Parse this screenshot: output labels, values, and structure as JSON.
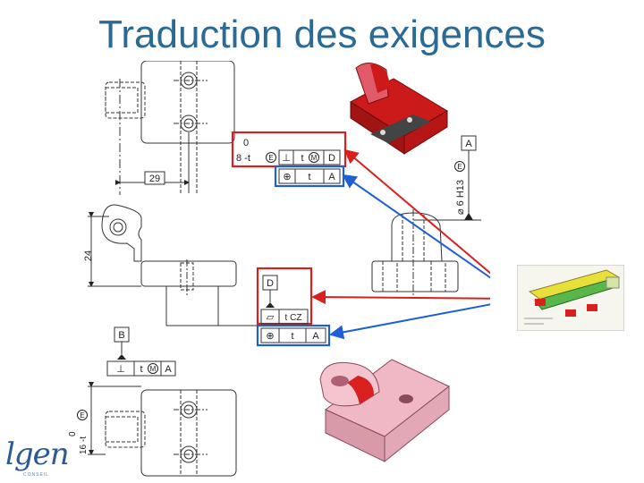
{
  "slide": {
    "title": "Traduction des exigences",
    "logo_text": "lgen",
    "logo_subtext": "CONSEIL"
  },
  "colors": {
    "title": "#2c6a96",
    "highlight_red": "#d9201f",
    "highlight_blue": "#1f5fd6",
    "part_red": "#cc1a1a",
    "part_pink": "#f0b8c4"
  },
  "icons": {
    "perpendicularity": "perpendicularity-icon",
    "position": "position-icon",
    "flatness": "flatness-icon",
    "max_material": "max-material-circle-icon",
    "envelope": "envelope-circle-icon"
  },
  "drawing": {
    "top_view": {
      "dimension": "29",
      "frame_upper": {
        "tol_upper": "0",
        "tol_lower": "8 -t",
        "envelope": "E",
        "symbol": "⊥",
        "tolerance": "t",
        "modifier": "M",
        "datum": "D"
      },
      "frame_lower": {
        "symbol": "⊕",
        "tolerance": "t",
        "datum": "A"
      }
    },
    "side_view": {
      "dimension": "24",
      "datum_label": "D",
      "frame_flat": {
        "symbol": "▱",
        "tolerance": "t CZ"
      },
      "frame_pos": {
        "symbol": "⊕",
        "tolerance": "t",
        "datum": "A"
      }
    },
    "bottom_view": {
      "datum_label": "B",
      "frame": {
        "symbol": "⊥",
        "tolerance": "t",
        "modifier": "M",
        "datum": "A"
      },
      "dimension": {
        "tol_upper": "0",
        "tol_lower": "16 -t",
        "envelope": "E"
      }
    },
    "right_view": {
      "datum_label": "A",
      "diameter_label": "⌀ 6 H13",
      "envelope": "E"
    }
  }
}
